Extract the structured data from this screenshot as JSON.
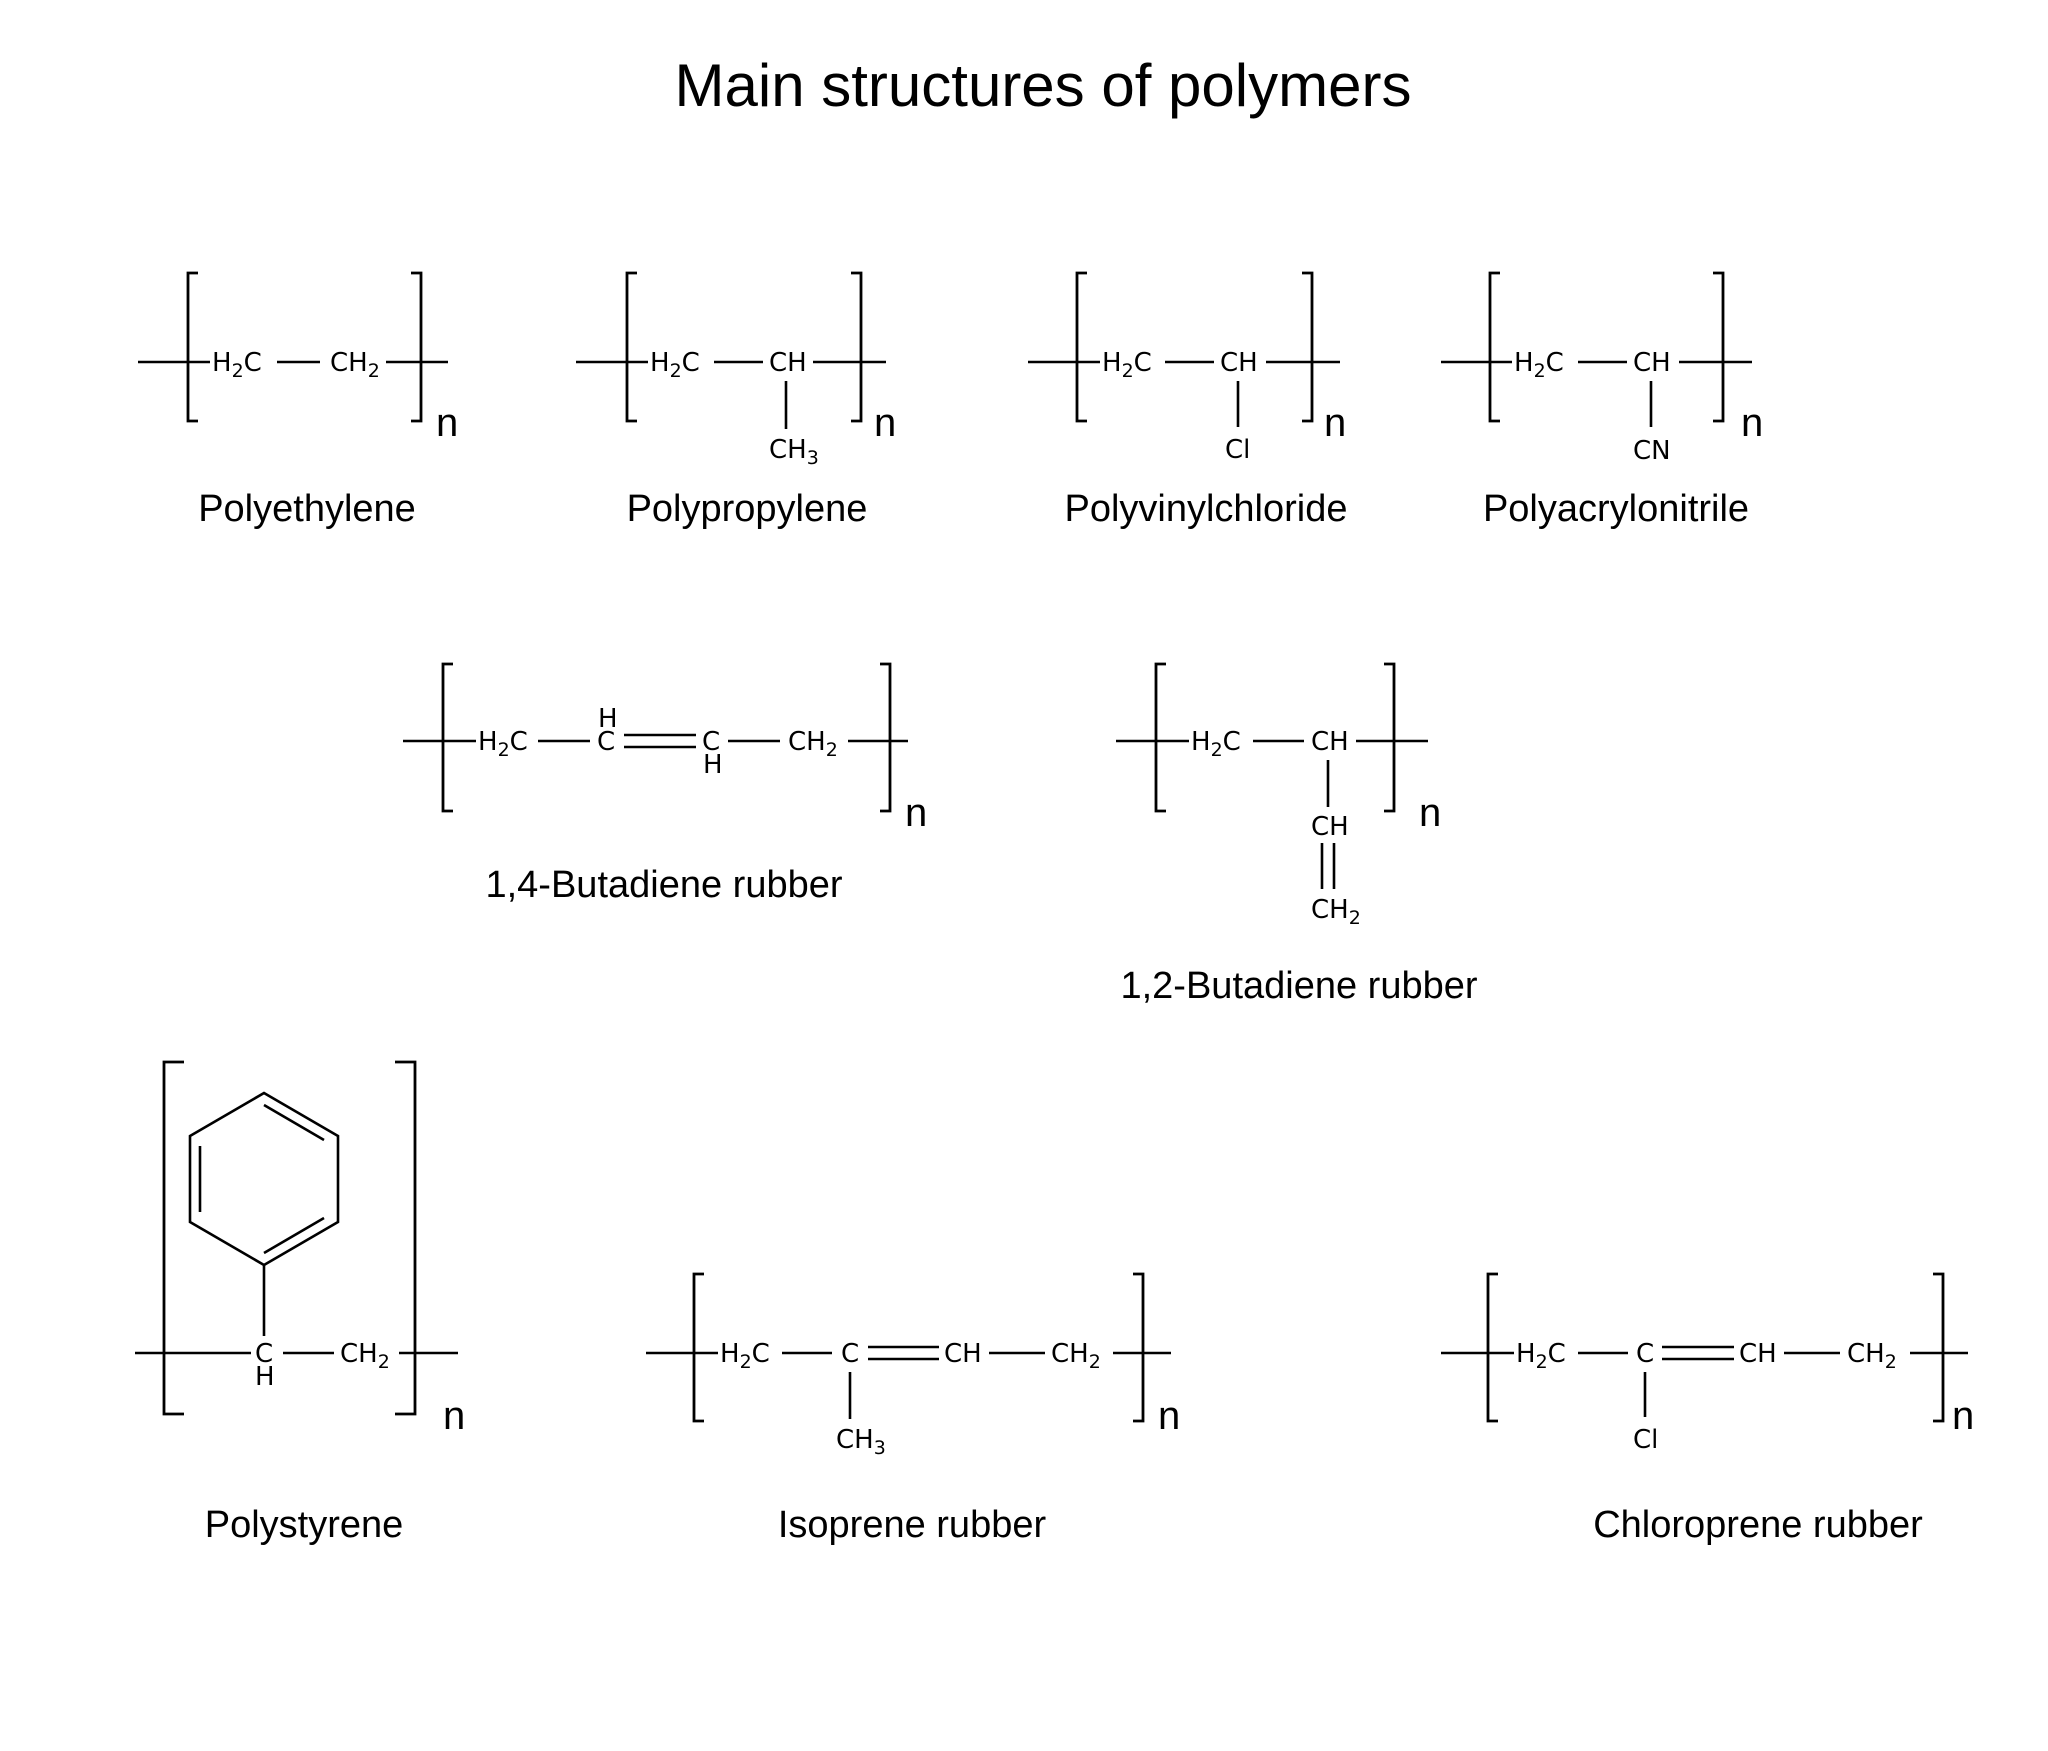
{
  "title": "Main structures of polymers",
  "repeat_unit_subscript": "n",
  "polymers": [
    {
      "name": "Polyethylene"
    },
    {
      "name": "Polypropylene"
    },
    {
      "name": "Polyvinylchloride"
    },
    {
      "name": "Polyacrylonitrile"
    },
    {
      "name": "1,4-Butadiene rubber"
    },
    {
      "name": "1,2-Butadiene rubber"
    },
    {
      "name": "Polystyrene"
    },
    {
      "name": "Isoprene rubber"
    },
    {
      "name": "Chloroprene rubber"
    }
  ],
  "atom_labels": {
    "H2C": [
      "H",
      "2",
      "C"
    ],
    "CH2": [
      "CH",
      "2"
    ],
    "CH3": [
      "CH",
      "3"
    ],
    "CH": "CH",
    "C": "C",
    "H": "H",
    "Cl": "Cl",
    "CN": "CN"
  }
}
